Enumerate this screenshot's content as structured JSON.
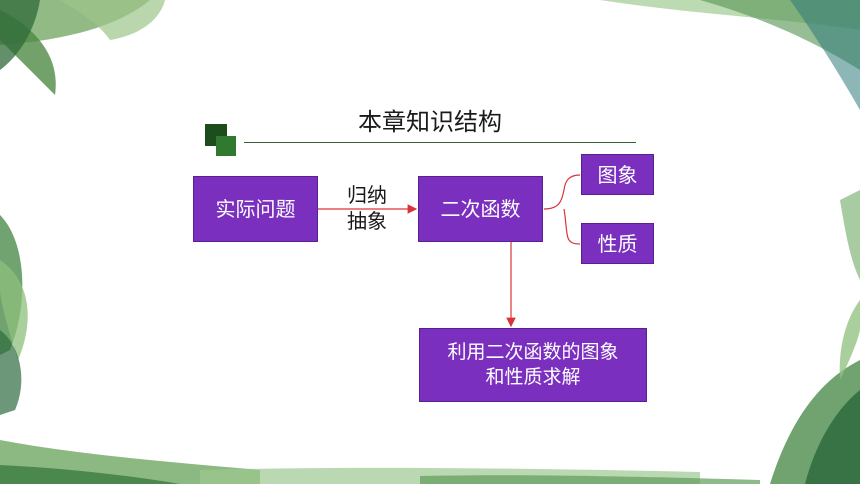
{
  "slide": {
    "title": "本章知识结构"
  },
  "diagram": {
    "nodes": {
      "real_problem": "实际问题",
      "quadratic_function": "二次函数",
      "graph": "图象",
      "property": "性质",
      "solve_line1": "利用二次函数的图象",
      "solve_line2": "和性质求解"
    },
    "edge_label": {
      "line1": "归纳",
      "line2": "抽象"
    }
  },
  "colors": {
    "box_fill": "#7a2fbf",
    "connector": "#d9343a",
    "logo_dark": "#1d4d1d",
    "logo_light": "#2f7a2f"
  }
}
